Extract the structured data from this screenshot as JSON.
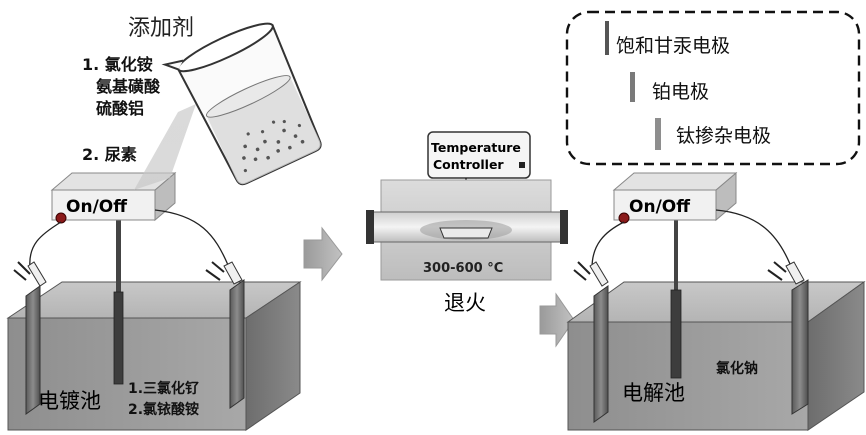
{
  "additive_title": "添加剂",
  "additives_1": [
    "1. 氯化铵",
    "氨基磺酸",
    "硫酸铝"
  ],
  "additives_2": "2. 尿素",
  "switch_on": "On",
  "switch_sep": "/",
  "switch_off": "Off",
  "plating_bath_label": "电镀池",
  "plating_bath_solution": [
    "1.三氯化钌",
    "2.氯铱酸铵"
  ],
  "temp_controller_lines": [
    "Temperature",
    "Controller"
  ],
  "temp_range": "300-600 °C",
  "anneal_label": "退火",
  "legend_items": [
    "饱和甘汞电极",
    "铂电极",
    "钛掺杂电极"
  ],
  "electrolysis_label": "电解池",
  "electrolysis_solution": "氯化钠"
}
